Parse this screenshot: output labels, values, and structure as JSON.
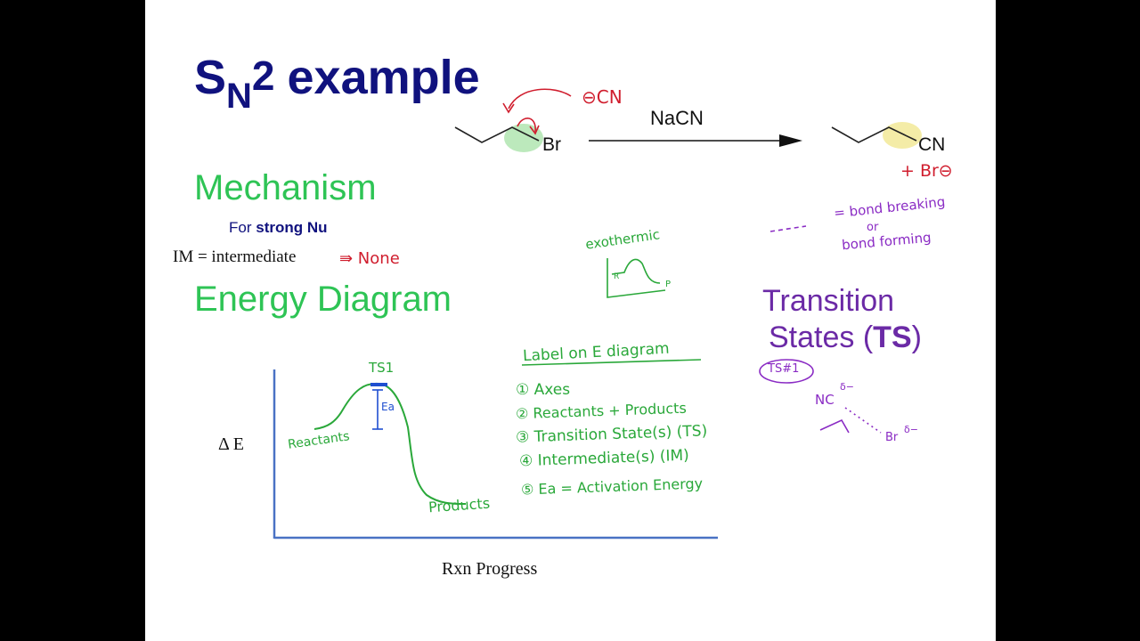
{
  "slide": {
    "title_main": "S",
    "title_sub": "N",
    "title_num": "2",
    "title_rest": "example",
    "mechanism_heading": "Mechanism",
    "for_prefix": "For ",
    "for_strong": "strong Nu",
    "im_definition": "IM = intermediate",
    "energy_heading": "Energy Diagram",
    "ts_line1": "Transition",
    "ts_line2_prefix": "States (",
    "ts_line2_bold": "TS",
    "ts_line2_suffix": ")",
    "reagent": "NaCN",
    "leaving_group": "Br",
    "product_group": "CN",
    "y_axis_label": "Δ E",
    "x_axis_label": "Rxn Progress"
  },
  "annotations": {
    "nucleophile": "⊖CN",
    "im_none": "⇛ None",
    "byproduct": "+ Br⊖",
    "bond_legend_1": "= bond breaking",
    "bond_legend_2": "or",
    "bond_legend_3": "bond forming",
    "exothermic": "exothermic",
    "mini_r": "R",
    "mini_p": "P",
    "ts1": "TS1",
    "ea": "Ea",
    "reactants": "Reactants",
    "products": "Products",
    "label_title": "Label on E diagram",
    "label_items": [
      "① Axes",
      "② Reactants + Products",
      "③ Transition State(s) (TS)",
      "④ Intermediate(s) (IM)",
      "⑤ Ea = Activation Energy"
    ],
    "ts_badge": "TS#1",
    "nc_delta": "NC",
    "delta_minus": "δ−",
    "br_delta": "Br",
    "delta_minus_2": "δ−"
  },
  "colors": {
    "title_blue": "#10127e",
    "heading_green": "#2ec455",
    "ts_purple": "#6b2aa6",
    "ink_green": "#2aa83a",
    "ink_red": "#d01e2e",
    "ink_purple": "#8a2bc4",
    "axis_blue": "#4a72c4"
  }
}
